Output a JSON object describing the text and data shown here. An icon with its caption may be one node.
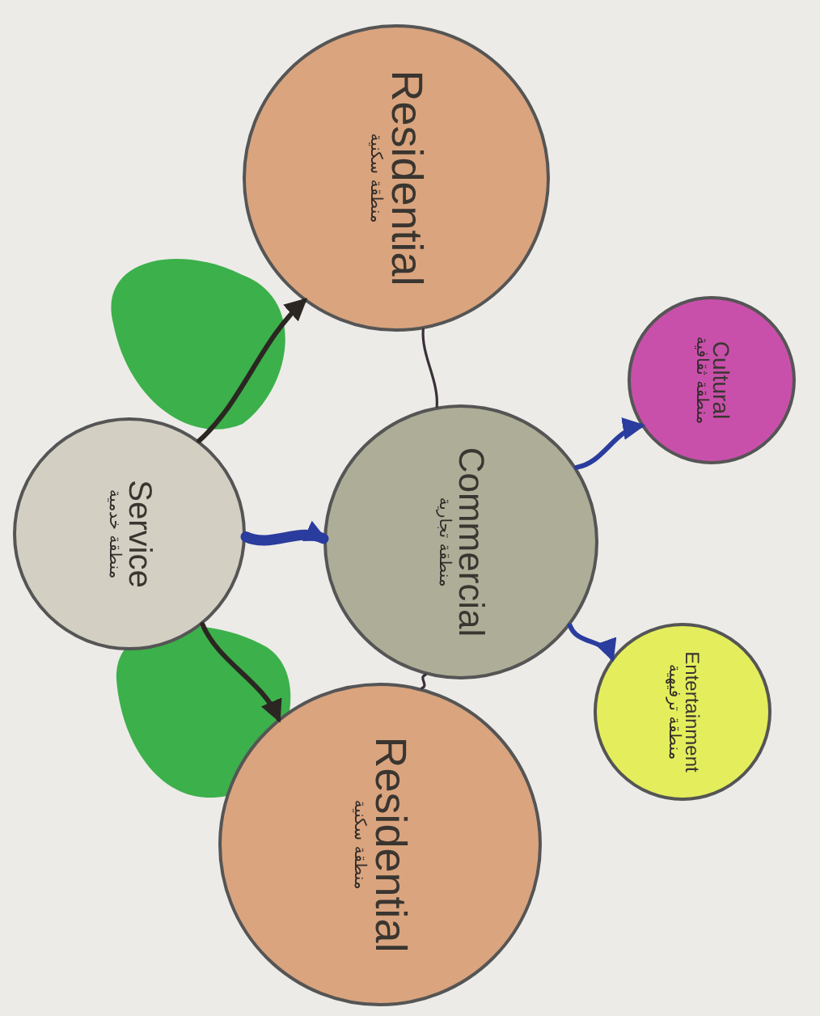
{
  "diagram": {
    "nodes": [
      {
        "text": [
          "Residential",
          "منطقة سكنية"
        ]
      },
      {
        "text": [
          "Cultural",
          "منطقة ثقافية"
        ]
      },
      {
        "text": [
          "Service",
          "منطقة خدمية"
        ]
      },
      {
        "text": [
          "Commercial",
          "منطقة تجارية"
        ]
      },
      {
        "text": [
          "Entertainment",
          "منطقة ترفيهية"
        ]
      },
      {
        "text": [
          "Residential",
          "منطقة سكنية"
        ]
      }
    ],
    "edges": [
      {
        "from": 2,
        "to": 0,
        "arrow": "to",
        "color": "#2b2622"
      },
      {
        "from": 2,
        "to": 5,
        "arrow": "to",
        "color": "#2b2622"
      },
      {
        "from": 2,
        "to": 3,
        "arrow": "to",
        "style": "thick"
      },
      {
        "from": 3,
        "to": 1,
        "arrow": "to"
      },
      {
        "from": 3,
        "to": 4,
        "arrow": "to"
      },
      {
        "from": 3,
        "to": 0,
        "arrow": "none",
        "color": "#3a3038"
      },
      {
        "from": 3,
        "to": 5,
        "arrow": "none",
        "color": "#3a3038"
      }
    ]
  }
}
